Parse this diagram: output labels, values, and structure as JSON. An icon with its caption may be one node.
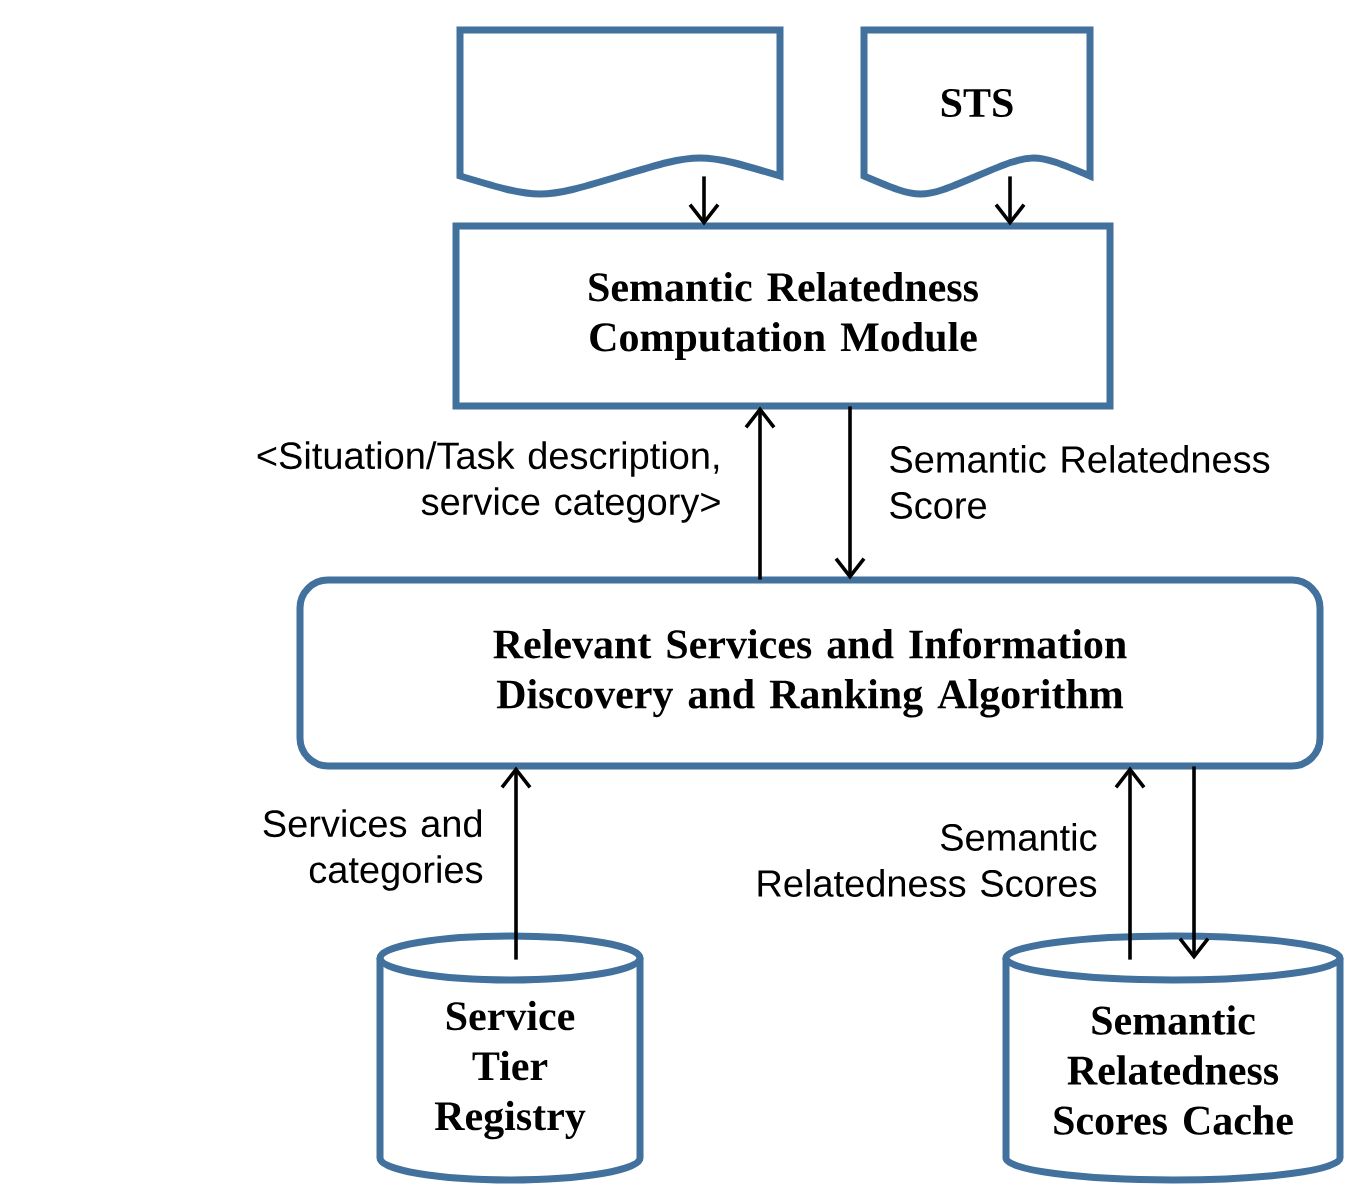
{
  "diagram": {
    "nodes": [
      {
        "text": [],
        "shape": "document"
      },
      {
        "text": [
          "STS"
        ]
      },
      {
        "text": [
          "Semantic Relatedness Computation Module"
        ]
      },
      {
        "text": [
          "Relevant Services and Information Discovery and Ranking Algorithm"
        ]
      },
      {
        "text": [
          "Service Tier Registry"
        ]
      },
      {
        "text": [
          "Semantic Relatedness Scores Cache"
        ]
      }
    ],
    "edges": [
      {
        "from": 0,
        "to": 2,
        "arrow": "to"
      },
      {
        "from": 1,
        "to": 2,
        "arrow": "to"
      },
      {
        "from": 3,
        "to": 2,
        "arrow": "to",
        "label": "<Situation/Task description, service category>"
      },
      {
        "from": 2,
        "to": 3,
        "arrow": "to",
        "label": "Semantic Relatedness Score"
      },
      {
        "from": 4,
        "to": 3,
        "arrow": "to",
        "label": "Services and categories"
      },
      {
        "from": 5,
        "to": 3,
        "arrow": "to",
        "label": "Semantic Relatedness Scores"
      },
      {
        "from": 3,
        "to": 5,
        "arrow": "to"
      }
    ]
  }
}
